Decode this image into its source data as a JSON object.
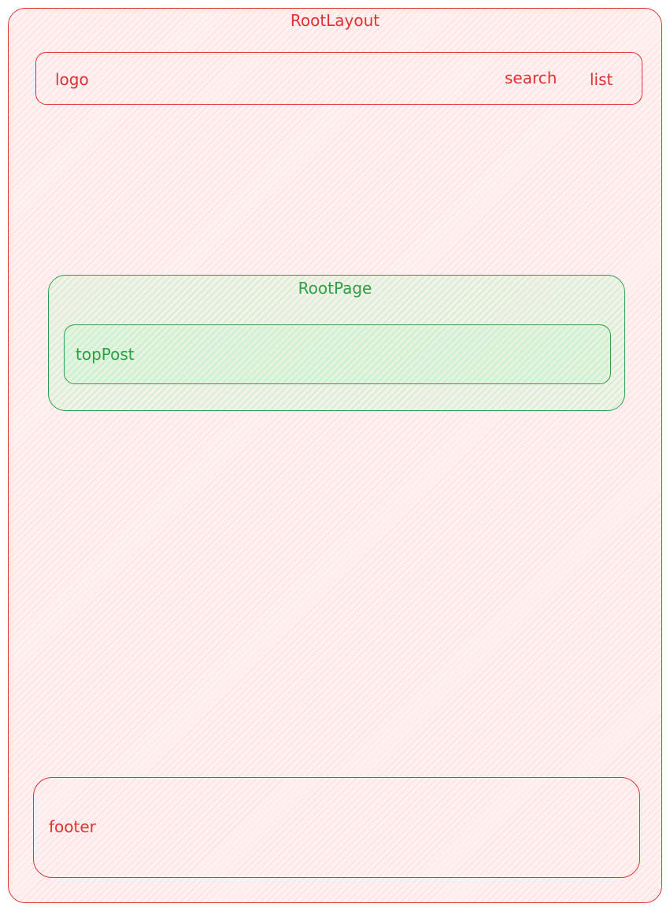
{
  "root_layout": {
    "title": "RootLayout",
    "header": {
      "logo": "logo",
      "search": "search",
      "list": "list"
    },
    "root_page": {
      "title": "RootPage",
      "top_post": "topPost"
    },
    "footer": "footer"
  },
  "colors": {
    "layout_stroke": "#e03131",
    "layout_fill": "#ffc9c9",
    "page_stroke": "#2f9e44",
    "page_fill": "#b2f2bb"
  }
}
